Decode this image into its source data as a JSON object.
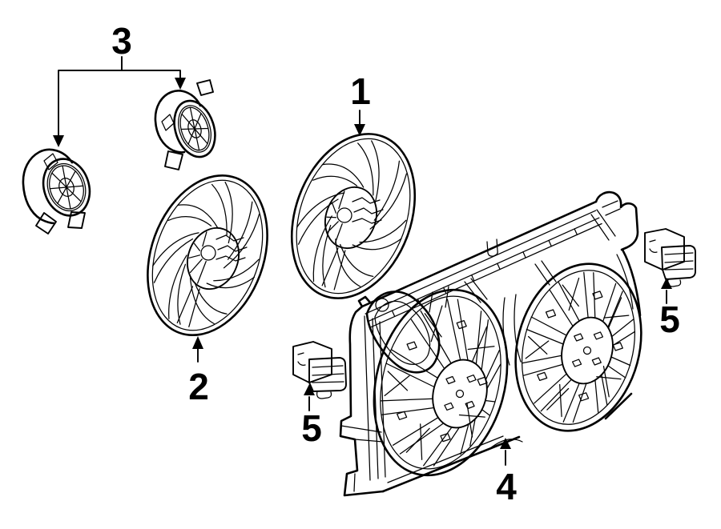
{
  "diagram": {
    "type": "exploded-parts-line-diagram",
    "colors": {
      "background": "#ffffff",
      "line": "#000000"
    },
    "callouts": [
      {
        "label": "1"
      },
      {
        "label": "2"
      },
      {
        "label": "3"
      },
      {
        "label": "4"
      },
      {
        "label": "5"
      },
      {
        "label": "5"
      }
    ]
  }
}
